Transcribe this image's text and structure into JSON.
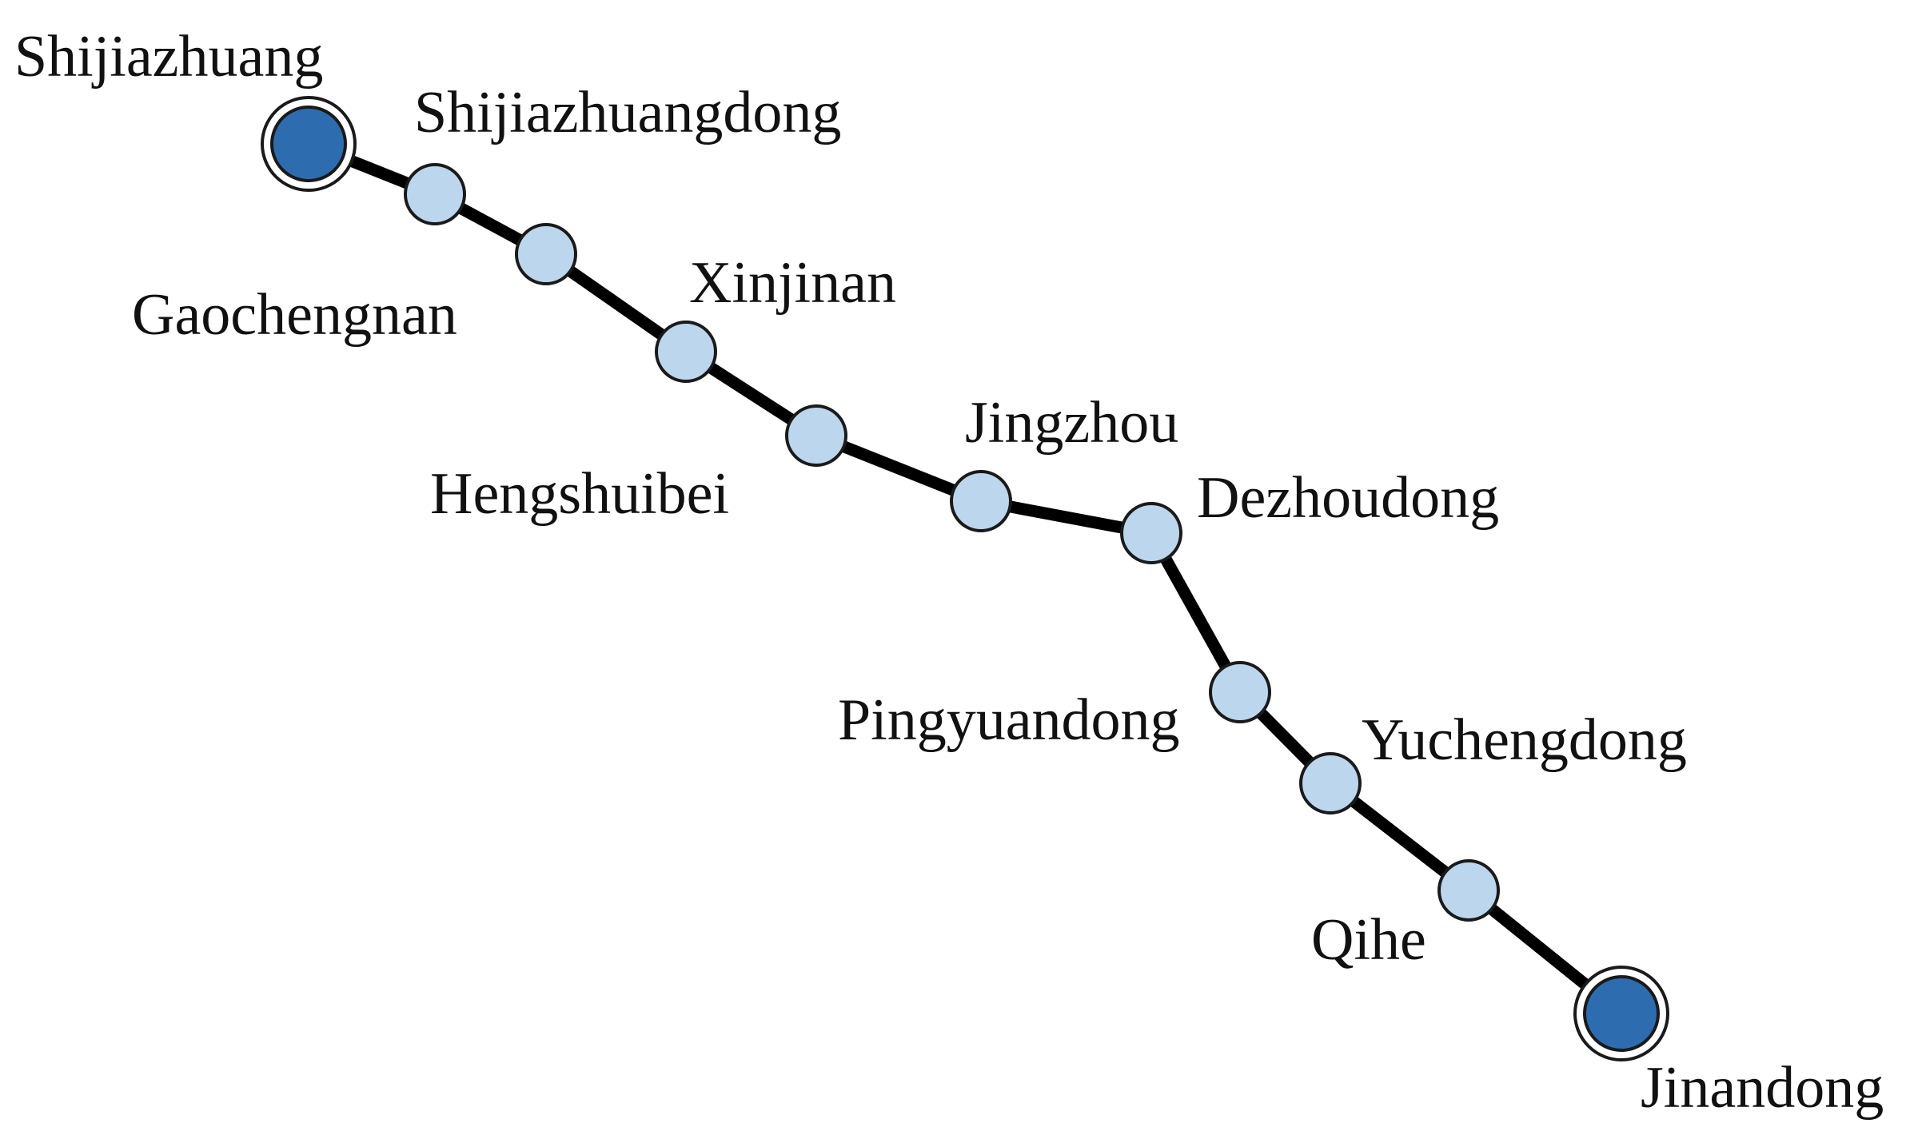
{
  "colors": {
    "background": "#ffffff",
    "line": "#000000",
    "terminal_fill": "#2e6cb0",
    "intermediate_fill": "#bcd6ee",
    "node_stroke": "#1a1a1a"
  },
  "route": {
    "stations": [
      {
        "id": "shijiazhuang",
        "name": "Shijiazhuang",
        "kind": "terminal",
        "icon": "terminal-station-icon"
      },
      {
        "id": "shijiazhuangdong",
        "name": "Shijiazhuangdong",
        "kind": "intermediate",
        "icon": "station-icon"
      },
      {
        "id": "gaochengnan",
        "name": "Gaochengnan",
        "kind": "intermediate",
        "icon": "station-icon"
      },
      {
        "id": "xinjinan",
        "name": "Xinjinan",
        "kind": "intermediate",
        "icon": "station-icon"
      },
      {
        "id": "hengshuibei",
        "name": "Hengshuibei",
        "kind": "intermediate",
        "icon": "station-icon"
      },
      {
        "id": "jingzhou",
        "name": "Jingzhou",
        "kind": "intermediate",
        "icon": "station-icon"
      },
      {
        "id": "dezhoudong",
        "name": "Dezhoudong",
        "kind": "intermediate",
        "icon": "station-icon"
      },
      {
        "id": "pingyuandong",
        "name": "Pingyuandong",
        "kind": "intermediate",
        "icon": "station-icon"
      },
      {
        "id": "yuchengdong",
        "name": "Yuchengdong",
        "kind": "intermediate",
        "icon": "station-icon"
      },
      {
        "id": "qihe",
        "name": "Qihe",
        "kind": "intermediate",
        "icon": "station-icon"
      },
      {
        "id": "jinandong",
        "name": "Jinandong",
        "kind": "terminal",
        "icon": "terminal-station-icon"
      }
    ]
  }
}
